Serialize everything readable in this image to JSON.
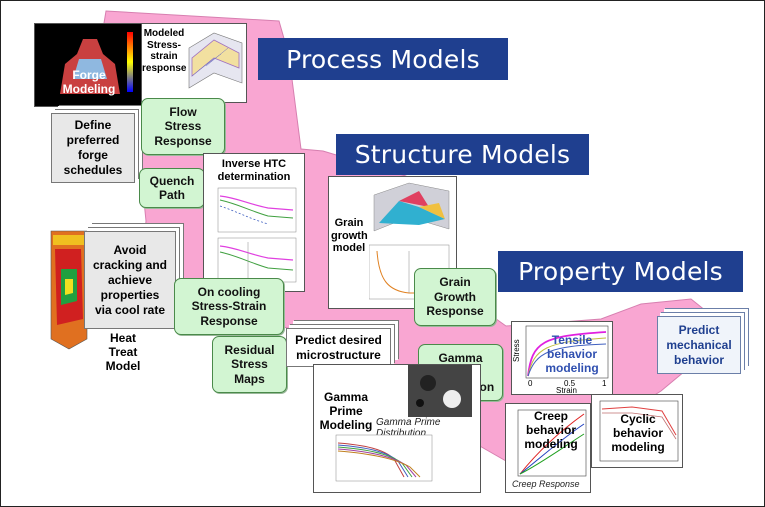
{
  "banners": {
    "process": "Process Models",
    "structure": "Structure Models",
    "property": "Property Models"
  },
  "images": {
    "forge": "Forge\nModeling",
    "stress_strain": "Modeled\nStress-\nstrain\nresponse",
    "inverse_htc": "Inverse HTC\ndetermination",
    "grain_growth": "Grain\ngrowth\nmodel",
    "heat_treat": "Heat\nTreat\nModel",
    "gamma_prime_modeling": "Gamma\nPrime\nModeling",
    "gamma_prime_distribution": "Gamma Prime Distribution",
    "tensile": "Tensile\nbehavior\nmodeling",
    "creep": "Creep\nbehavior\nmodeling",
    "creep_response": "Creep Response",
    "cyclic": "Cyclic\nbehavior\nmodeling"
  },
  "boxes": {
    "flow_stress": "Flow\nStress\nResponse",
    "quench_path": "Quench\nPath",
    "on_cooling": "On cooling\nStress-Strain\nResponse",
    "residual": "Residual\nStress\nMaps",
    "grain_growth_response": "Grain\nGrowth\nResponse",
    "gamma_prime_dist": "Gamma\nPrime\nDistribution"
  },
  "docs": {
    "define_forge": "Define\npreferred\nforge\nschedules",
    "avoid_cracking": "Avoid\ncracking and\nachieve\nproperties\nvia cool rate",
    "predict_micro": "Predict desired\nmicrostructure",
    "predict_mech": "Predict\nmechanical\nbehavior"
  },
  "tensile_chart": {
    "ylabel": "Stress",
    "xlabel": "Strain",
    "ticks": [
      "0",
      "0.5",
      "1"
    ]
  },
  "colors": {
    "banner": "#1f3f8f",
    "pink": "#f9a6d2",
    "green_box": "#d2f5d2"
  }
}
